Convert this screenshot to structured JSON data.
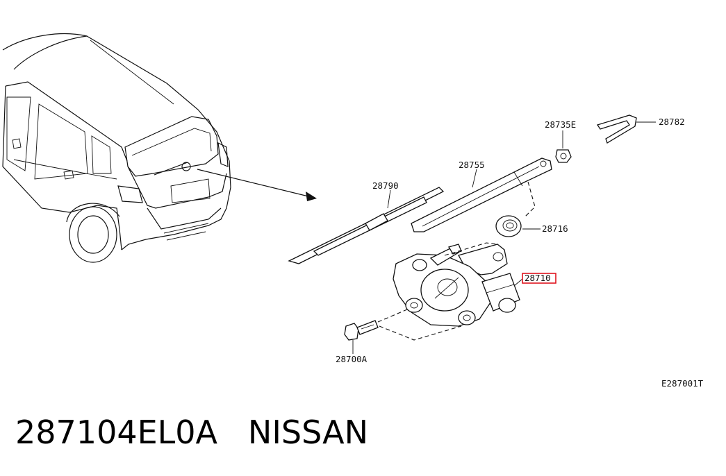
{
  "diagram": {
    "callouts": {
      "wiper_cover": "28782",
      "nut": "28735E",
      "wiper_arm": "28755",
      "wiper_blade": "28790",
      "seal": "28716",
      "motor": "28710",
      "bolt": "28700A"
    },
    "highlighted_callout": "motor",
    "highlight_color": "#e0141e",
    "figure_code": "E287001T"
  },
  "caption": {
    "part_number": "287104EL0A",
    "brand": "NISSAN"
  }
}
